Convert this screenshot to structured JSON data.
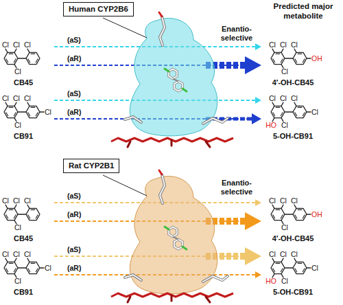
{
  "diagram": {
    "nodes": [
      {
        "text": [
          "Human CYP2B6"
        ]
      },
      {
        "text": [
          "CB45"
        ]
      },
      {
        "text": [
          "CB91"
        ]
      },
      {
        "text": [
          "4′-OH-CB45"
        ]
      },
      {
        "text": [
          "5-OH-CB91"
        ]
      },
      {
        "text": [
          "Rat CYP2B1"
        ]
      },
      {
        "text": [
          "CB45"
        ]
      },
      {
        "text": [
          "CB91"
        ]
      },
      {
        "text": [
          "4′-OH-CB45"
        ]
      },
      {
        "text": [
          "5-OH-CB91"
        ]
      }
    ],
    "edges": [
      {
        "from": 1,
        "to": 3,
        "arrow": "to",
        "label": "(aS)"
      },
      {
        "from": 1,
        "to": 3,
        "arrow": "to",
        "label": "(aR)"
      },
      {
        "from": 2,
        "to": 4,
        "arrow": "to",
        "label": "(aS)"
      },
      {
        "from": 2,
        "to": 4,
        "arrow": "to",
        "label": "(aR)"
      },
      {
        "from": 6,
        "to": 8,
        "arrow": "to",
        "label": "(aS)"
      },
      {
        "from": 6,
        "to": 8,
        "arrow": "to",
        "label": "(aR)"
      },
      {
        "from": 7,
        "to": 9,
        "arrow": "to",
        "label": "(aS)"
      },
      {
        "from": 7,
        "to": 9,
        "arrow": "to",
        "label": "(aR)"
      }
    ],
    "labels": [
      "Predicted major metabolite",
      "Enantio-selective",
      "Enantio-selective",
      "Cl",
      "Cl",
      "Cl",
      "Cl",
      "Cl",
      "Cl",
      "Cl",
      "Cl",
      "Cl",
      "Cl",
      "Cl",
      "Cl",
      "OH",
      "Cl",
      "Cl",
      "Cl",
      "Cl",
      "Cl",
      "HO",
      "Cl",
      "Cl",
      "Cl",
      "Cl",
      "Cl",
      "Cl",
      "Cl",
      "Cl",
      "Cl",
      "Cl",
      "Cl",
      "Cl",
      "Cl",
      "OH",
      "Cl",
      "Cl",
      "Cl",
      "Cl",
      "Cl",
      "HO",
      "Cl"
    ]
  }
}
